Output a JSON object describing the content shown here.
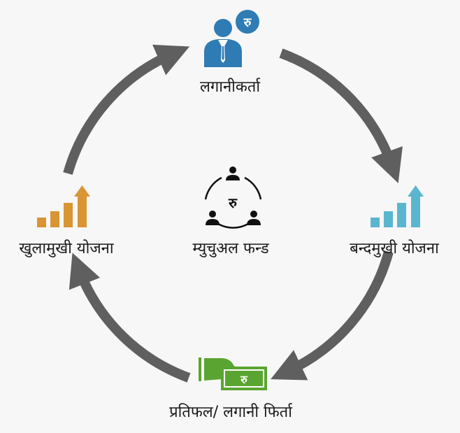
{
  "nodes": {
    "top": {
      "label": "लगानीकर्ता",
      "icon": "investor-icon"
    },
    "center": {
      "label": "म्युचुअल फन्ड",
      "icon": "mutual-fund-icon",
      "symbol": "रु"
    },
    "left": {
      "label": "खुलामुखी योजना",
      "icon": "bar-growth-icon"
    },
    "right": {
      "label": "बन्दमुखी योजना",
      "icon": "bar-growth-icon"
    },
    "bottom": {
      "label": "प्रतिफल/ लगानी फिर्ता",
      "icon": "cash-hand-icon"
    }
  },
  "badge_symbol": "रु",
  "note_symbol": "रु",
  "colors": {
    "arrow": "#5f5f5f",
    "investor_blue": "#2f7bb4",
    "left_orange": "#d99433",
    "right_teal": "#5ab6cf",
    "cash_green": "#5aa531"
  }
}
